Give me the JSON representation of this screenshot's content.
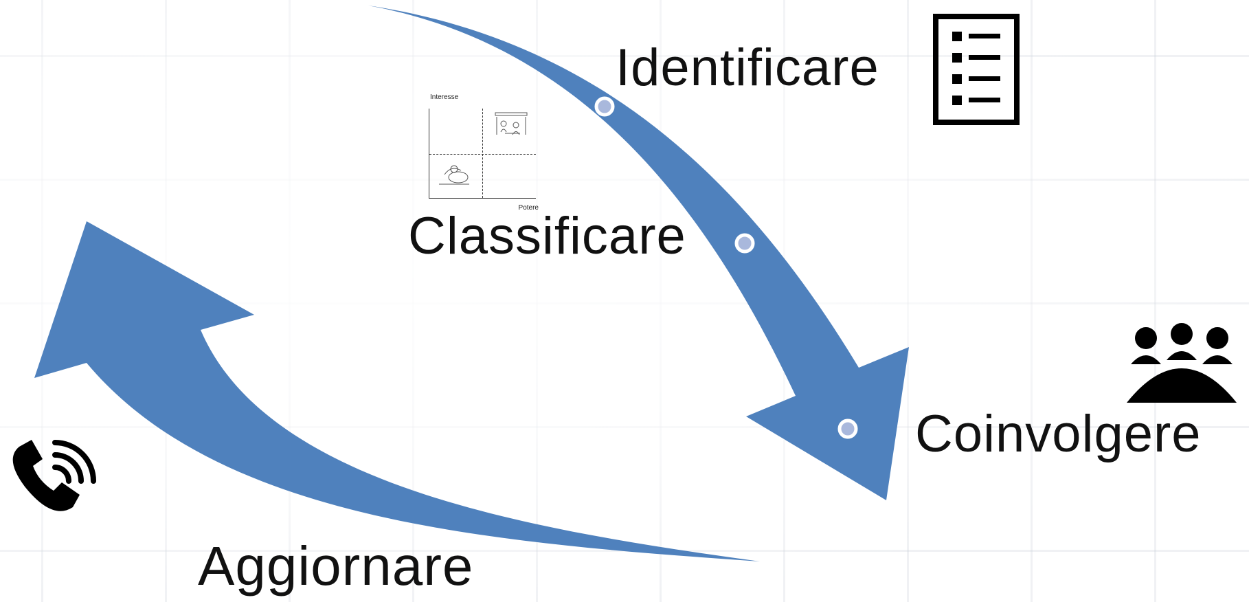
{
  "diagram": {
    "steps": [
      {
        "label": "Identificare",
        "icon": "list-icon"
      },
      {
        "label": "Classificare",
        "icon": "power-interest-matrix"
      },
      {
        "label": "Coinvolgere",
        "icon": "meeting-people-icon"
      },
      {
        "label": "Aggiornare",
        "icon": "phone-call-icon"
      }
    ],
    "matrix": {
      "y_label": "Interesse",
      "x_label": "Potere"
    },
    "colors": {
      "arrow": "#4F81BD",
      "dot_fill": "#A9B8DC",
      "dot_ring": "#ffffff",
      "text": "#111111"
    }
  }
}
